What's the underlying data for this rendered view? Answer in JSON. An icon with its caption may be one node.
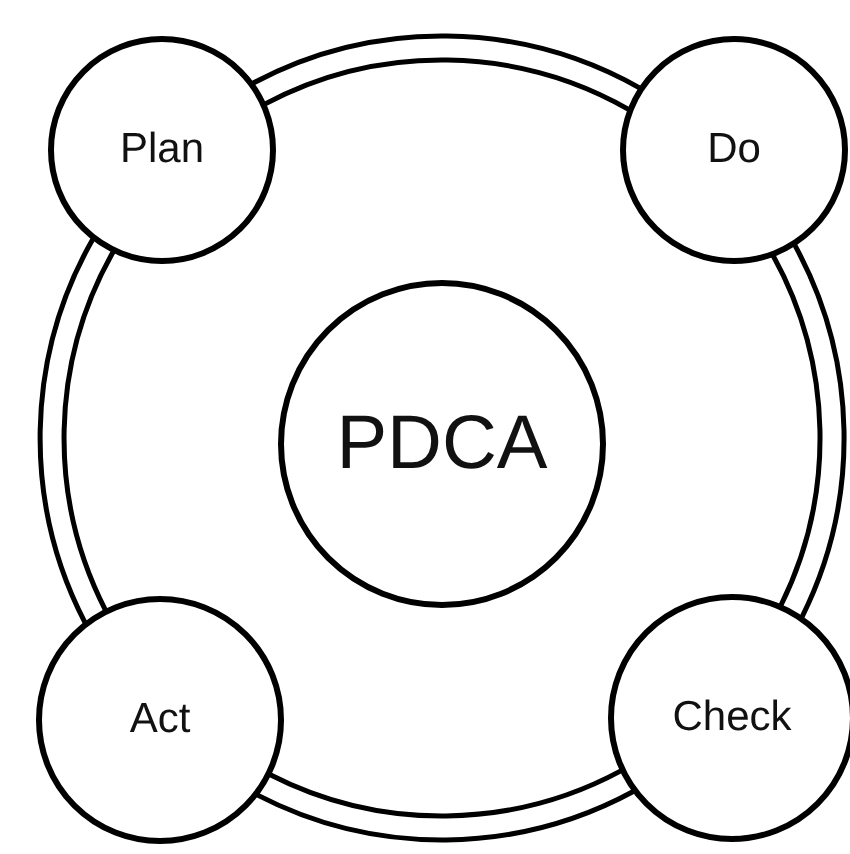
{
  "diagram": {
    "nodes": [
      {
        "text": [
          "PDCA"
        ]
      },
      {
        "text": [
          "Plan"
        ]
      },
      {
        "text": [
          "Do"
        ]
      },
      {
        "text": [
          "Check"
        ]
      },
      {
        "text": [
          "Act"
        ]
      }
    ],
    "edges": [
      {
        "from": 1,
        "to": 2,
        "arrow": "none"
      },
      {
        "from": 2,
        "to": 3,
        "arrow": "none"
      },
      {
        "from": 3,
        "to": 4,
        "arrow": "none"
      },
      {
        "from": 4,
        "to": 1,
        "arrow": "none"
      }
    ]
  }
}
